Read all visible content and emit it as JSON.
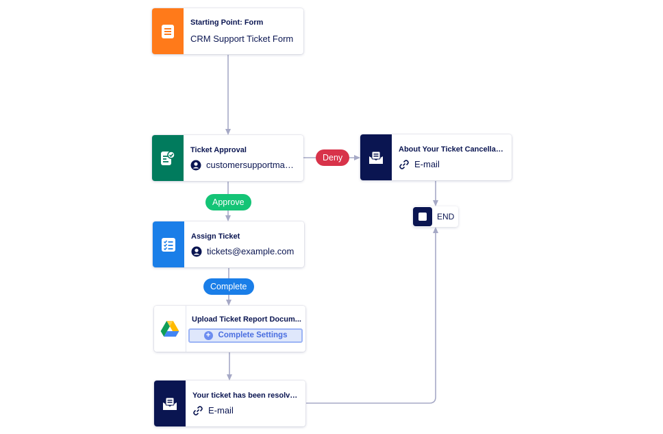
{
  "colors": {
    "form": "#ff7a1a",
    "approval": "#017b5d",
    "assign": "#1a7ee8",
    "email": "#0a1551",
    "deny": "#d8334a",
    "approve": "#14c476",
    "complete": "#1a7ee8",
    "connector": "#a6a9c6"
  },
  "nodes": {
    "start": {
      "title": "Starting Point: Form",
      "subtitle": "CRM Support Ticket Form",
      "icon": "form-icon"
    },
    "approval": {
      "title": "Ticket Approval",
      "subtitle": "customersupportman...",
      "icon": "approval-icon",
      "sub_icon": "user-icon"
    },
    "cancel_email": {
      "title": "About Your Ticket Cancellation",
      "subtitle": "E-mail",
      "icon": "email-icon",
      "sub_icon": "link-icon"
    },
    "end": {
      "label": "END",
      "icon": "stop-icon"
    },
    "assign": {
      "title": "Assign Ticket",
      "subtitle": "tickets@example.com",
      "icon": "task-list-icon",
      "sub_icon": "user-icon"
    },
    "upload": {
      "title": "Upload Ticket Report Docum...",
      "button": "Complete Settings",
      "icon": "google-drive-icon"
    },
    "resolved_email": {
      "title": "Your ticket has been resolved.",
      "subtitle": "E-mail",
      "icon": "email-icon",
      "sub_icon": "link-icon"
    }
  },
  "labels": {
    "deny": "Deny",
    "approve": "Approve",
    "complete": "Complete"
  }
}
